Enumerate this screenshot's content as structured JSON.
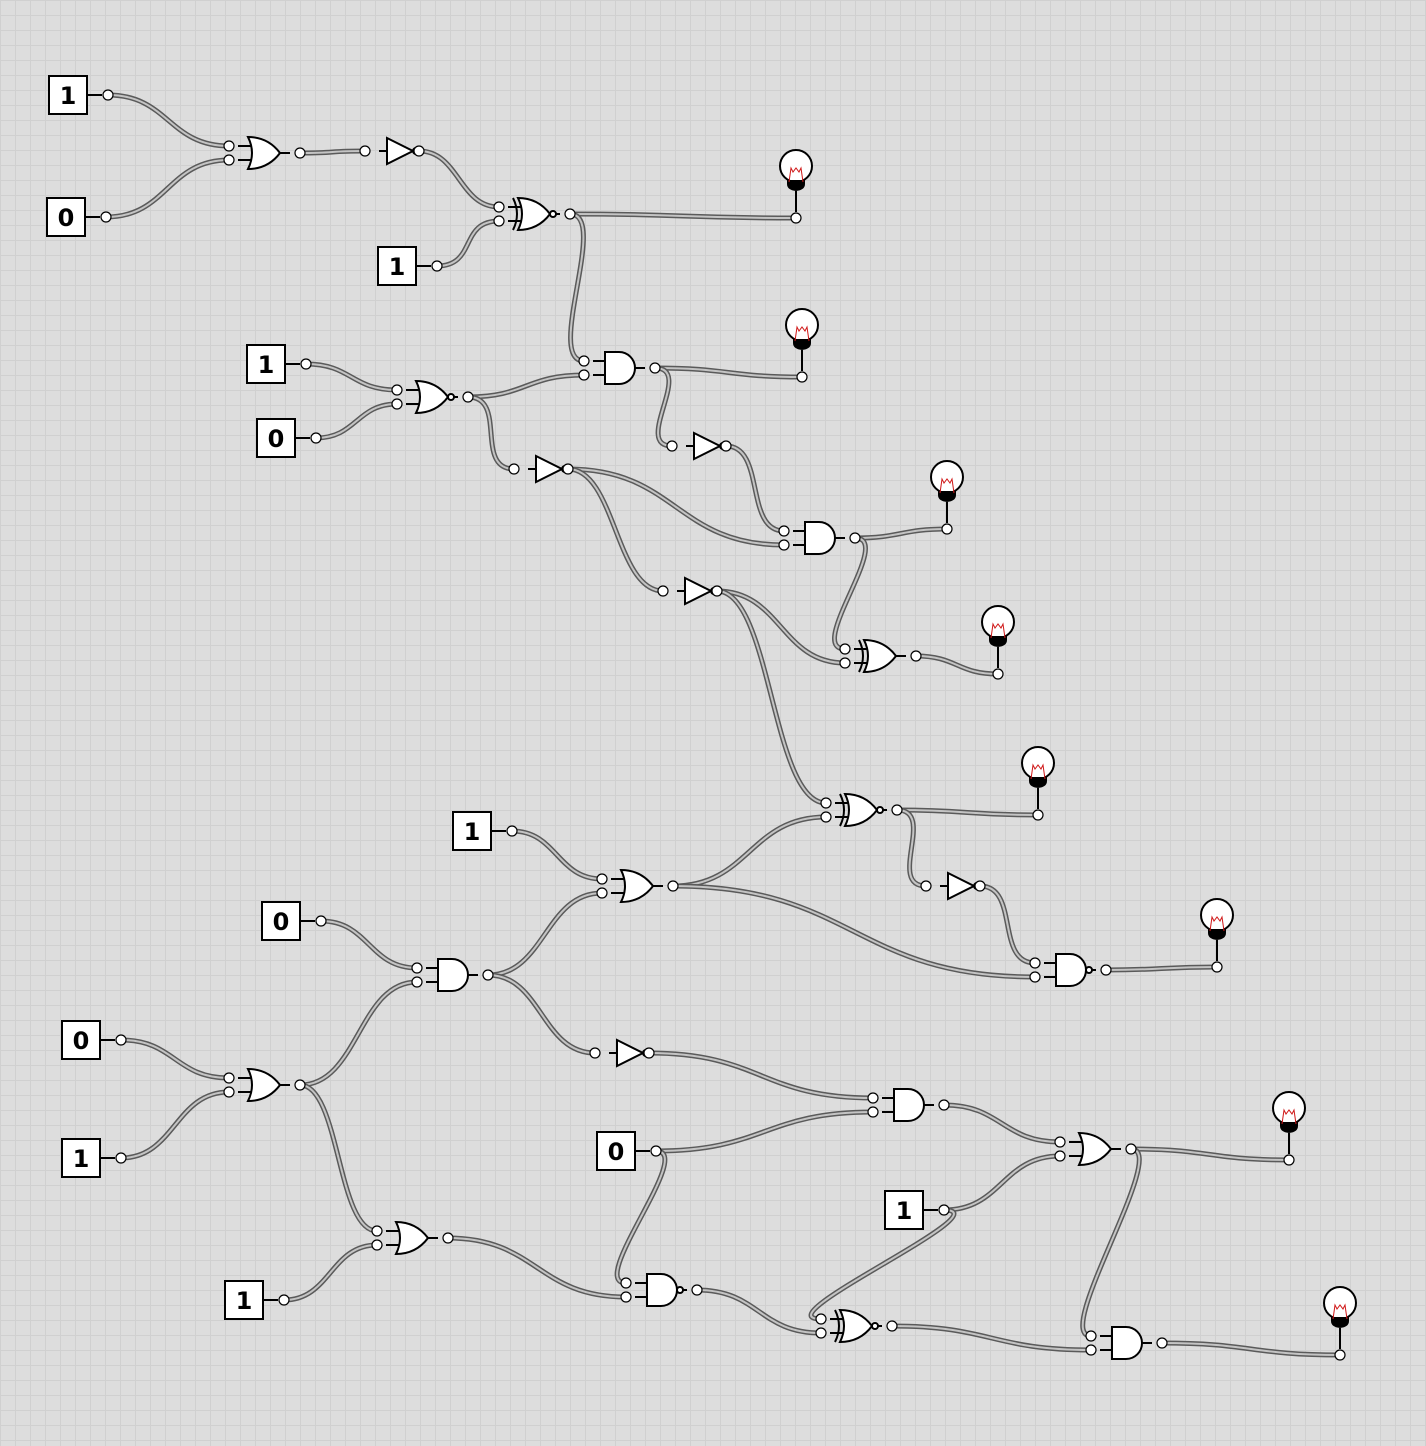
{
  "inputs": [
    {
      "id": "in1",
      "value": "1"
    },
    {
      "id": "in2",
      "value": "0"
    },
    {
      "id": "in3",
      "value": "1"
    },
    {
      "id": "in4",
      "value": "1"
    },
    {
      "id": "in5",
      "value": "0"
    },
    {
      "id": "in6",
      "value": "1"
    },
    {
      "id": "in7",
      "value": "0"
    },
    {
      "id": "in8",
      "value": "0"
    },
    {
      "id": "in9",
      "value": "1"
    },
    {
      "id": "in10",
      "value": "0"
    },
    {
      "id": "in11",
      "value": "1"
    },
    {
      "id": "in12",
      "value": "1"
    }
  ],
  "gates": [
    {
      "id": "g1",
      "type": "or"
    },
    {
      "id": "g2",
      "type": "not"
    },
    {
      "id": "g3",
      "type": "xnor"
    },
    {
      "id": "g4",
      "type": "nor"
    },
    {
      "id": "g5",
      "type": "and"
    },
    {
      "id": "g6",
      "type": "not"
    },
    {
      "id": "g7",
      "type": "not"
    },
    {
      "id": "g8",
      "type": "and"
    },
    {
      "id": "g9",
      "type": "not"
    },
    {
      "id": "g10",
      "type": "xor"
    },
    {
      "id": "g11",
      "type": "xnor"
    },
    {
      "id": "g12",
      "type": "or"
    },
    {
      "id": "g13",
      "type": "not"
    },
    {
      "id": "g14",
      "type": "nand"
    },
    {
      "id": "g15",
      "type": "and"
    },
    {
      "id": "g16",
      "type": "or"
    },
    {
      "id": "g17",
      "type": "not"
    },
    {
      "id": "g18",
      "type": "and"
    },
    {
      "id": "g19",
      "type": "or"
    },
    {
      "id": "g20",
      "type": "or"
    },
    {
      "id": "g21",
      "type": "nand"
    },
    {
      "id": "g22",
      "type": "xnor"
    },
    {
      "id": "g23",
      "type": "and"
    }
  ],
  "outputs": [
    {
      "id": "out1",
      "state": "off"
    },
    {
      "id": "out2",
      "state": "off"
    },
    {
      "id": "out3",
      "state": "off"
    },
    {
      "id": "out4",
      "state": "off"
    },
    {
      "id": "out5",
      "state": "off"
    },
    {
      "id": "out6",
      "state": "off"
    },
    {
      "id": "out7",
      "state": "off"
    },
    {
      "id": "out8",
      "state": "off"
    }
  ],
  "wires": [
    [
      "in1",
      "g1",
      0
    ],
    [
      "in2",
      "g1",
      1
    ],
    [
      "g1",
      "g2",
      0
    ],
    [
      "g2",
      "g3",
      0
    ],
    [
      "in3",
      "g3",
      1
    ],
    [
      "g3",
      "out1",
      0
    ],
    [
      "g3",
      "g5",
      0
    ],
    [
      "in4",
      "g4",
      0
    ],
    [
      "in5",
      "g4",
      1
    ],
    [
      "g4",
      "g5",
      1
    ],
    [
      "g4",
      "g7",
      0
    ],
    [
      "g5",
      "out2",
      0
    ],
    [
      "g5",
      "g6",
      0
    ],
    [
      "g6",
      "g8",
      0
    ],
    [
      "g7",
      "g8",
      1
    ],
    [
      "g7",
      "g9",
      0
    ],
    [
      "g8",
      "out3",
      0
    ],
    [
      "g8",
      "g10",
      0
    ],
    [
      "g9",
      "g10",
      1
    ],
    [
      "g9",
      "g11",
      0
    ],
    [
      "g10",
      "out4",
      0
    ],
    [
      "g12",
      "g11",
      1
    ],
    [
      "g11",
      "out5",
      0
    ],
    [
      "g11",
      "g13",
      0
    ],
    [
      "in6",
      "g12",
      0
    ],
    [
      "g15",
      "g12",
      1
    ],
    [
      "g13",
      "g14",
      0
    ],
    [
      "g12",
      "g14",
      1
    ],
    [
      "g14",
      "out6",
      0
    ],
    [
      "in7",
      "g15",
      0
    ],
    [
      "g16",
      "g15",
      1
    ],
    [
      "in8",
      "g16",
      0
    ],
    [
      "in9",
      "g16",
      1
    ],
    [
      "g15",
      "g17",
      0
    ],
    [
      "g17",
      "g18",
      0
    ],
    [
      "in10",
      "g18",
      1
    ],
    [
      "g16",
      "g20",
      0
    ],
    [
      "in12",
      "g20",
      1
    ],
    [
      "in10",
      "g21",
      0
    ],
    [
      "g20",
      "g21",
      1
    ],
    [
      "g18",
      "g19",
      0
    ],
    [
      "in11",
      "g19",
      1
    ],
    [
      "g19",
      "out7",
      0
    ],
    [
      "in11",
      "g22",
      0
    ],
    [
      "g21",
      "g22",
      1
    ],
    [
      "g19",
      "g23",
      0
    ],
    [
      "g22",
      "g23",
      1
    ],
    [
      "g23",
      "out8",
      0
    ]
  ]
}
